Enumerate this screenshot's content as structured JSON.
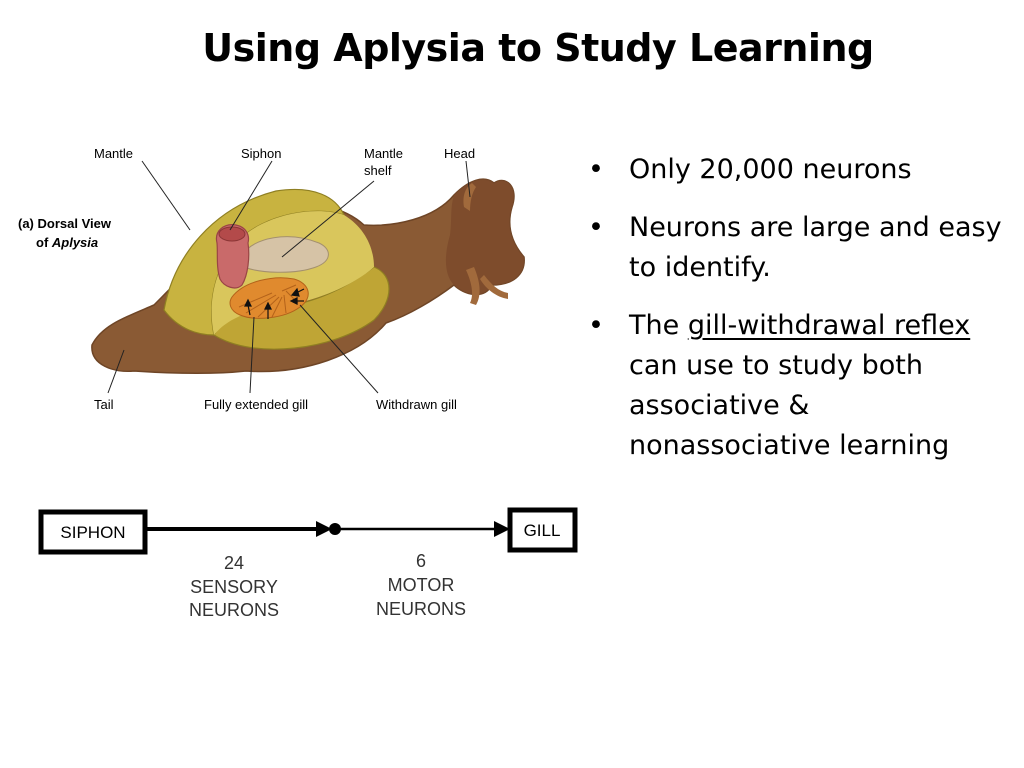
{
  "slide": {
    "title": "Using Aplysia to Study Learning"
  },
  "figure": {
    "panel_label_line1": "(a) Dorsal View",
    "panel_label_line2_prefix": "of ",
    "panel_label_line2_italic": "Aplysia",
    "labels": {
      "mantle": "Mantle",
      "siphon": "Siphon",
      "mantle_shelf_line1": "Mantle",
      "mantle_shelf_line2": "shelf",
      "head": "Head",
      "tail": "Tail",
      "extended_gill": "Fully extended gill",
      "withdrawn_gill": "Withdrawn gill"
    }
  },
  "circuit": {
    "input_box": "SIPHON",
    "output_box": "GILL",
    "sensory_count": "24",
    "sensory_line1": "SENSORY",
    "sensory_line2": "NEURONS",
    "motor_count": "6",
    "motor_line1": "MOTOR",
    "motor_line2": "NEURONS"
  },
  "bullets": {
    "marker": "•",
    "item1": "Only 20,000 neurons",
    "item2": "Neurons are large and easy to identify.",
    "item3_prefix": "The ",
    "item3_underlined": "gill-withdrawal reflex",
    "item3_rest": " can use to study both associative & nonassociative learning"
  }
}
